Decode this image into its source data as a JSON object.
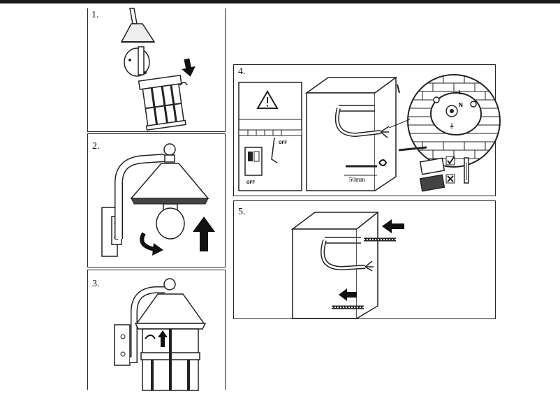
{
  "steps": [
    {
      "label": "1."
    },
    {
      "label": "2."
    },
    {
      "label": "3."
    },
    {
      "label": "4."
    },
    {
      "label": "5."
    }
  ],
  "step4": {
    "switch_label_top": "OFF",
    "switch_label_bottom": "OFF",
    "drill_depth": "50mm",
    "terminals": [
      "L",
      "N",
      "⏚"
    ]
  },
  "icons": [
    "warning-triangle-icon",
    "check-icon",
    "cross-icon",
    "rotate-arrow-icon",
    "up-arrow-icon",
    "down-arrow-icon",
    "left-arrow-icon"
  ]
}
